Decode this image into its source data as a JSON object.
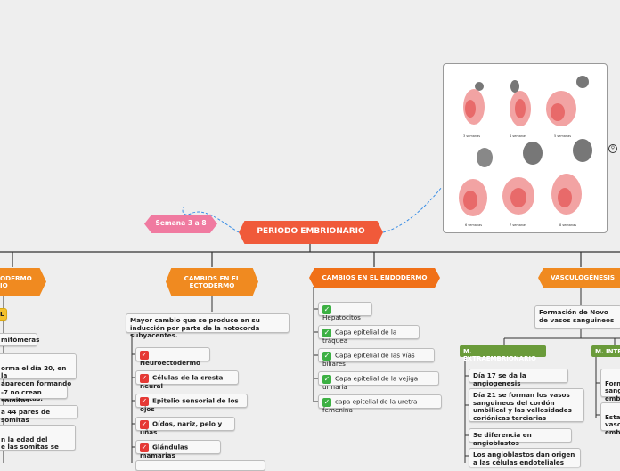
{
  "central": {
    "title": "PERIODO EMBRIONARIO",
    "color": "#f05a3a"
  },
  "side_topic": {
    "label": "Semana 3 a 8",
    "color": "#f07aa0"
  },
  "image_panel": {
    "captions": [
      "3 semanas",
      "4 semanas",
      "5 semanas",
      "6 semanas",
      "7 semanas",
      "8 semanas"
    ],
    "attachment_icon": "attachment-icon"
  },
  "branches": [
    {
      "id": "mesodermo",
      "title": "ODERMO\nIO",
      "color": "#f08a20"
    },
    {
      "id": "ectodermo",
      "title": "CAMBIOS EN EL\nECTODERMO",
      "color": "#f08a20"
    },
    {
      "id": "endodermo",
      "title": "CAMBIOS EN EL ENDODERMO",
      "color": "#f07018"
    },
    {
      "id": "vasculogenesis",
      "title": "VASCULOGÉNESIS",
      "color": "#f08a20"
    }
  ],
  "mesodermo_items": [
    "L",
    "mitómeras",
    "orma el día 20, en la\naparecen formando un\nde somitas.",
    "-7 no crean somitas",
    "a 44 pares de somitas",
    "n la edad del\ne las somitas se"
  ],
  "ectodermo": {
    "intro": "Mayor cambio que se produce en su inducción por parte de la notocorda subyacentes.",
    "items": [
      "Neuroectodermo",
      "Células de la cresta neural",
      "Epitelio sensorial de los ojos",
      "Oídos, nariz, pelo y uñas",
      "Glándulas mamarias"
    ]
  },
  "endodermo_items": [
    "Hepatocitos",
    "Capa epitelial de la tráquea",
    "Capa epitelial de las vías biliares",
    "Capa epitelial de la vejiga urinaria",
    "capa epitelial de la uretra femenina"
  ],
  "vasculogenesis": {
    "intro": "Formación de Novo de vasos sanguineos",
    "extra_title": "M. EXTRAEMBRIONARIO",
    "intra_title": "M. INTR",
    "extra_items": [
      "Día 17 se da la angiogenesis",
      "Día 21 se forman los vasos sanguineos del cordón umbilical y las vellosidades coriónicas terciarias",
      "Se diferencia en angioblastos",
      "Los angioblastos dan origen a las células endoteliales"
    ],
    "intra_items": [
      "Form\nsang\nemb",
      "Estal\nvasc\nemb"
    ]
  }
}
